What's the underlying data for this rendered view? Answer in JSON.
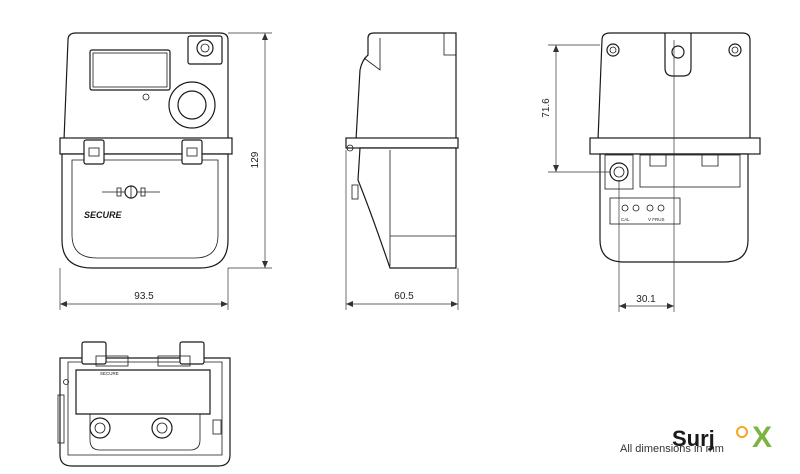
{
  "dimensions": {
    "front_width": "93.5",
    "front_height": "129",
    "side_width": "60.5",
    "back_height": "71.6",
    "back_offset": "30.1"
  },
  "front_brand": "SECURE",
  "bottom_brand": "SECURE",
  "terminal_labels": [
    "CAL",
    "V FRUS"
  ],
  "footer_note": "All dimensions in mm",
  "logo": {
    "text": "Surj",
    "x_mark": "X",
    "accent_color": "#7cb342"
  }
}
